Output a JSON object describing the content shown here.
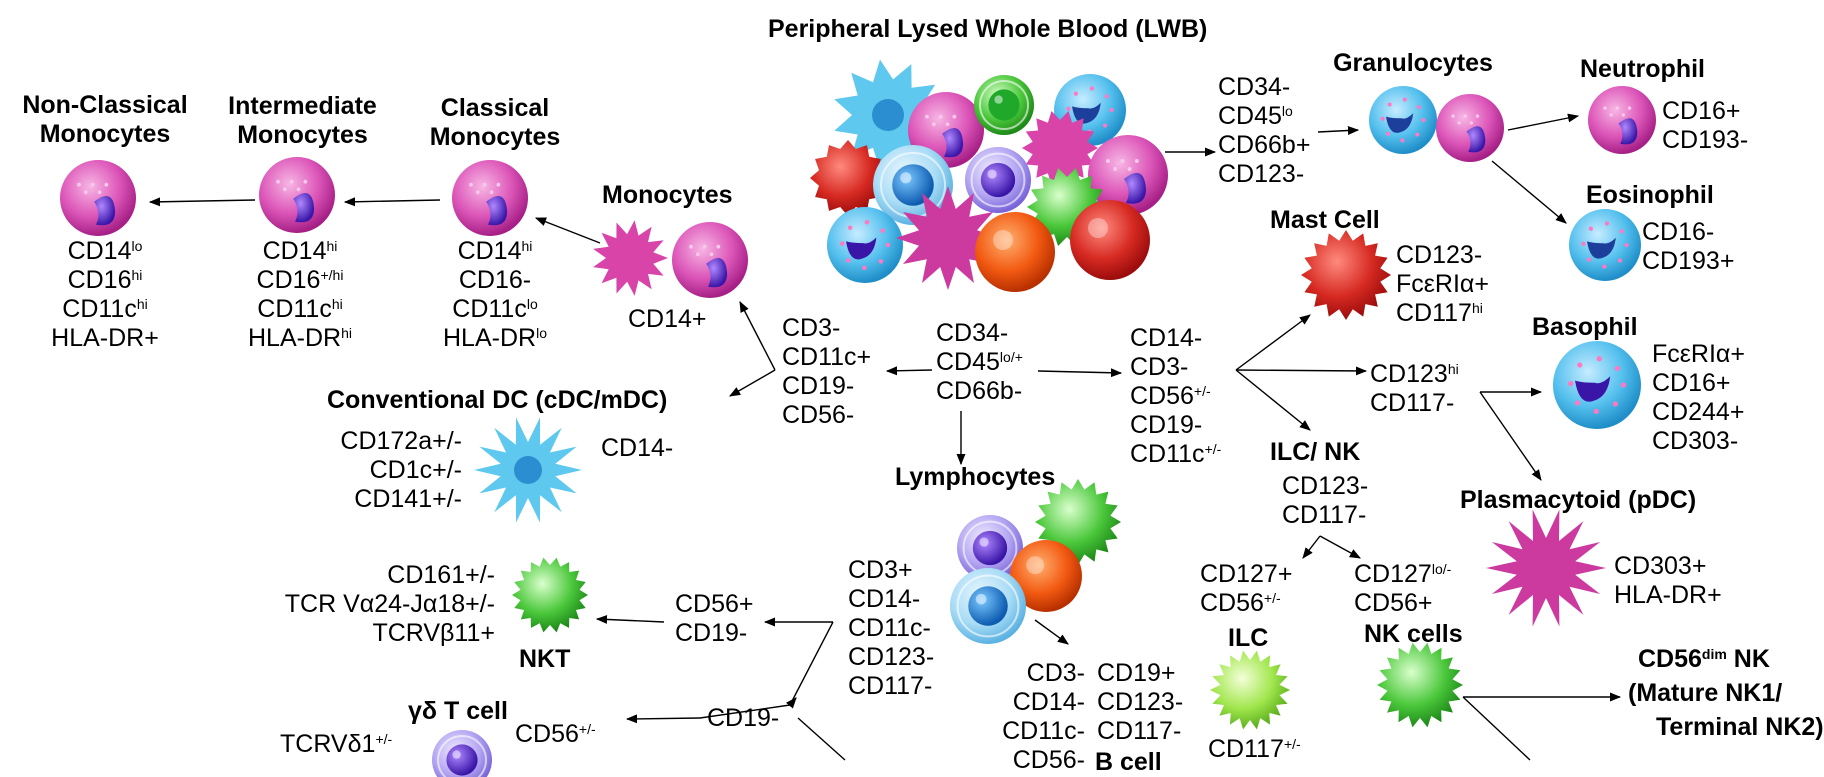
{
  "titles": {
    "lwb": "Peripheral Lysed Whole Blood (LWB)",
    "granulocytes": "Granulocytes",
    "neutrophil": "Neutrophil",
    "eosinophil": "Eosinophil",
    "mast_cell": "Mast Cell",
    "basophil": "Basophil",
    "pdc": "Plasmacytoid (pDC)",
    "ilc_nk": "ILC/ NK",
    "ilc": "ILC",
    "nk_cells": "NK cells",
    "cd56dim_pre": "CD56",
    "cd56dim_sup": "dim",
    "cd56dim_post": " NK",
    "mature_nk1": "(Mature NK1/",
    "terminal_nk2": "Terminal NK2)",
    "monocytes": "Monocytes",
    "classical_1": "Classical",
    "classical_2": "Monocytes",
    "intermediate_1": "Intermediate",
    "intermediate_2": "Monocytes",
    "nonclassical_1": "Non-Classical",
    "nonclassical_2": "Monocytes",
    "cdc": "Conventional DC (cDC/mDC)",
    "lymphocytes": "Lymphocytes",
    "nkt": "NKT",
    "gd_t": "γδ T cell",
    "b_cell_partial": "B cell"
  },
  "markers": {
    "granulocyte_gate": [
      "CD34-",
      "CD45",
      "lo",
      "CD66b+",
      "CD123-"
    ],
    "neutrophil": [
      "CD16+",
      "CD193-"
    ],
    "eosinophil": [
      "CD16-",
      "CD193+"
    ],
    "mast_cell": [
      "CD123-",
      "FcεRIα+",
      "CD117",
      "hi"
    ],
    "basophil": [
      "FcεRIα+",
      "CD16+",
      "CD244+",
      "CD303-"
    ],
    "cd123hi_gate": [
      "CD123",
      "hi",
      "CD117-"
    ],
    "pdc": [
      "CD303+",
      "HLA-DR+"
    ],
    "root_gate": [
      "CD34-",
      "CD45",
      "lo/+",
      "CD66b-"
    ],
    "lin_gate": [
      "CD14-",
      "CD3-",
      "CD56",
      "+/-",
      "CD19-",
      "CD11c",
      "+/-"
    ],
    "ilc_nk_gate": [
      "CD123-",
      "CD117-"
    ],
    "ilc_gate": [
      "CD127+",
      "CD56",
      "+/-"
    ],
    "nk_gate": [
      "CD127",
      "lo/-",
      "CD56+"
    ],
    "ilc_cd117": [
      "CD117",
      "+/-"
    ],
    "myeloid_gate": [
      "CD3-",
      "CD11c+",
      "CD19-",
      "CD56-"
    ],
    "monocytes": [
      "CD14+"
    ],
    "classical": [
      "CD14",
      "hi",
      "CD16-",
      "CD11c",
      "lo",
      "HLA-DR",
      "lo"
    ],
    "intermediate": [
      "CD14",
      "hi",
      "CD16",
      "+/hi",
      "CD11c",
      "hi",
      "HLA-DR",
      "hi"
    ],
    "nonclassical": [
      "CD14",
      "lo",
      "CD16",
      "hi",
      "CD11c",
      "hi",
      "HLA-DR+"
    ],
    "cdc_left": [
      "CD172a+/-",
      "CD1c+/-",
      "CD141+/-"
    ],
    "cdc_right": [
      "CD14-"
    ],
    "t_gate": [
      "CD3+",
      "CD14-",
      "CD11c-",
      "CD123-",
      "CD117-"
    ],
    "nkt_gate": [
      "CD56+",
      "CD19-"
    ],
    "nkt": [
      "CD161+/-",
      "TCR Vα24-Jα18+/-",
      "TCRVβ11+"
    ],
    "gd_gate": [
      "CD19-"
    ],
    "gd": [
      "TCRVδ1",
      "+/-",
      "CD56",
      "+/-"
    ],
    "b_gate_left": [
      "CD3-",
      "CD14-",
      "CD11c-",
      "CD56-"
    ],
    "b_gate_right": [
      "CD19+",
      "CD123-",
      "CD117-"
    ]
  },
  "colors": {
    "monocyte": "#d94fb4",
    "neutrophil": "#d8409e",
    "eosinophil": "#43b9ea",
    "basophil": "#63c8f0",
    "mast_cell": "#d52420",
    "dendritic": "#5ec8ee",
    "pdc": "#cc3aa0",
    "nk_green": "#3cbf34",
    "ilc_green": "#8de04a",
    "lymph_blue": "#3b8ee0",
    "lymph_purple": "#7a5fe0",
    "rbc": "#d91e1e",
    "orange": "#f05010"
  }
}
